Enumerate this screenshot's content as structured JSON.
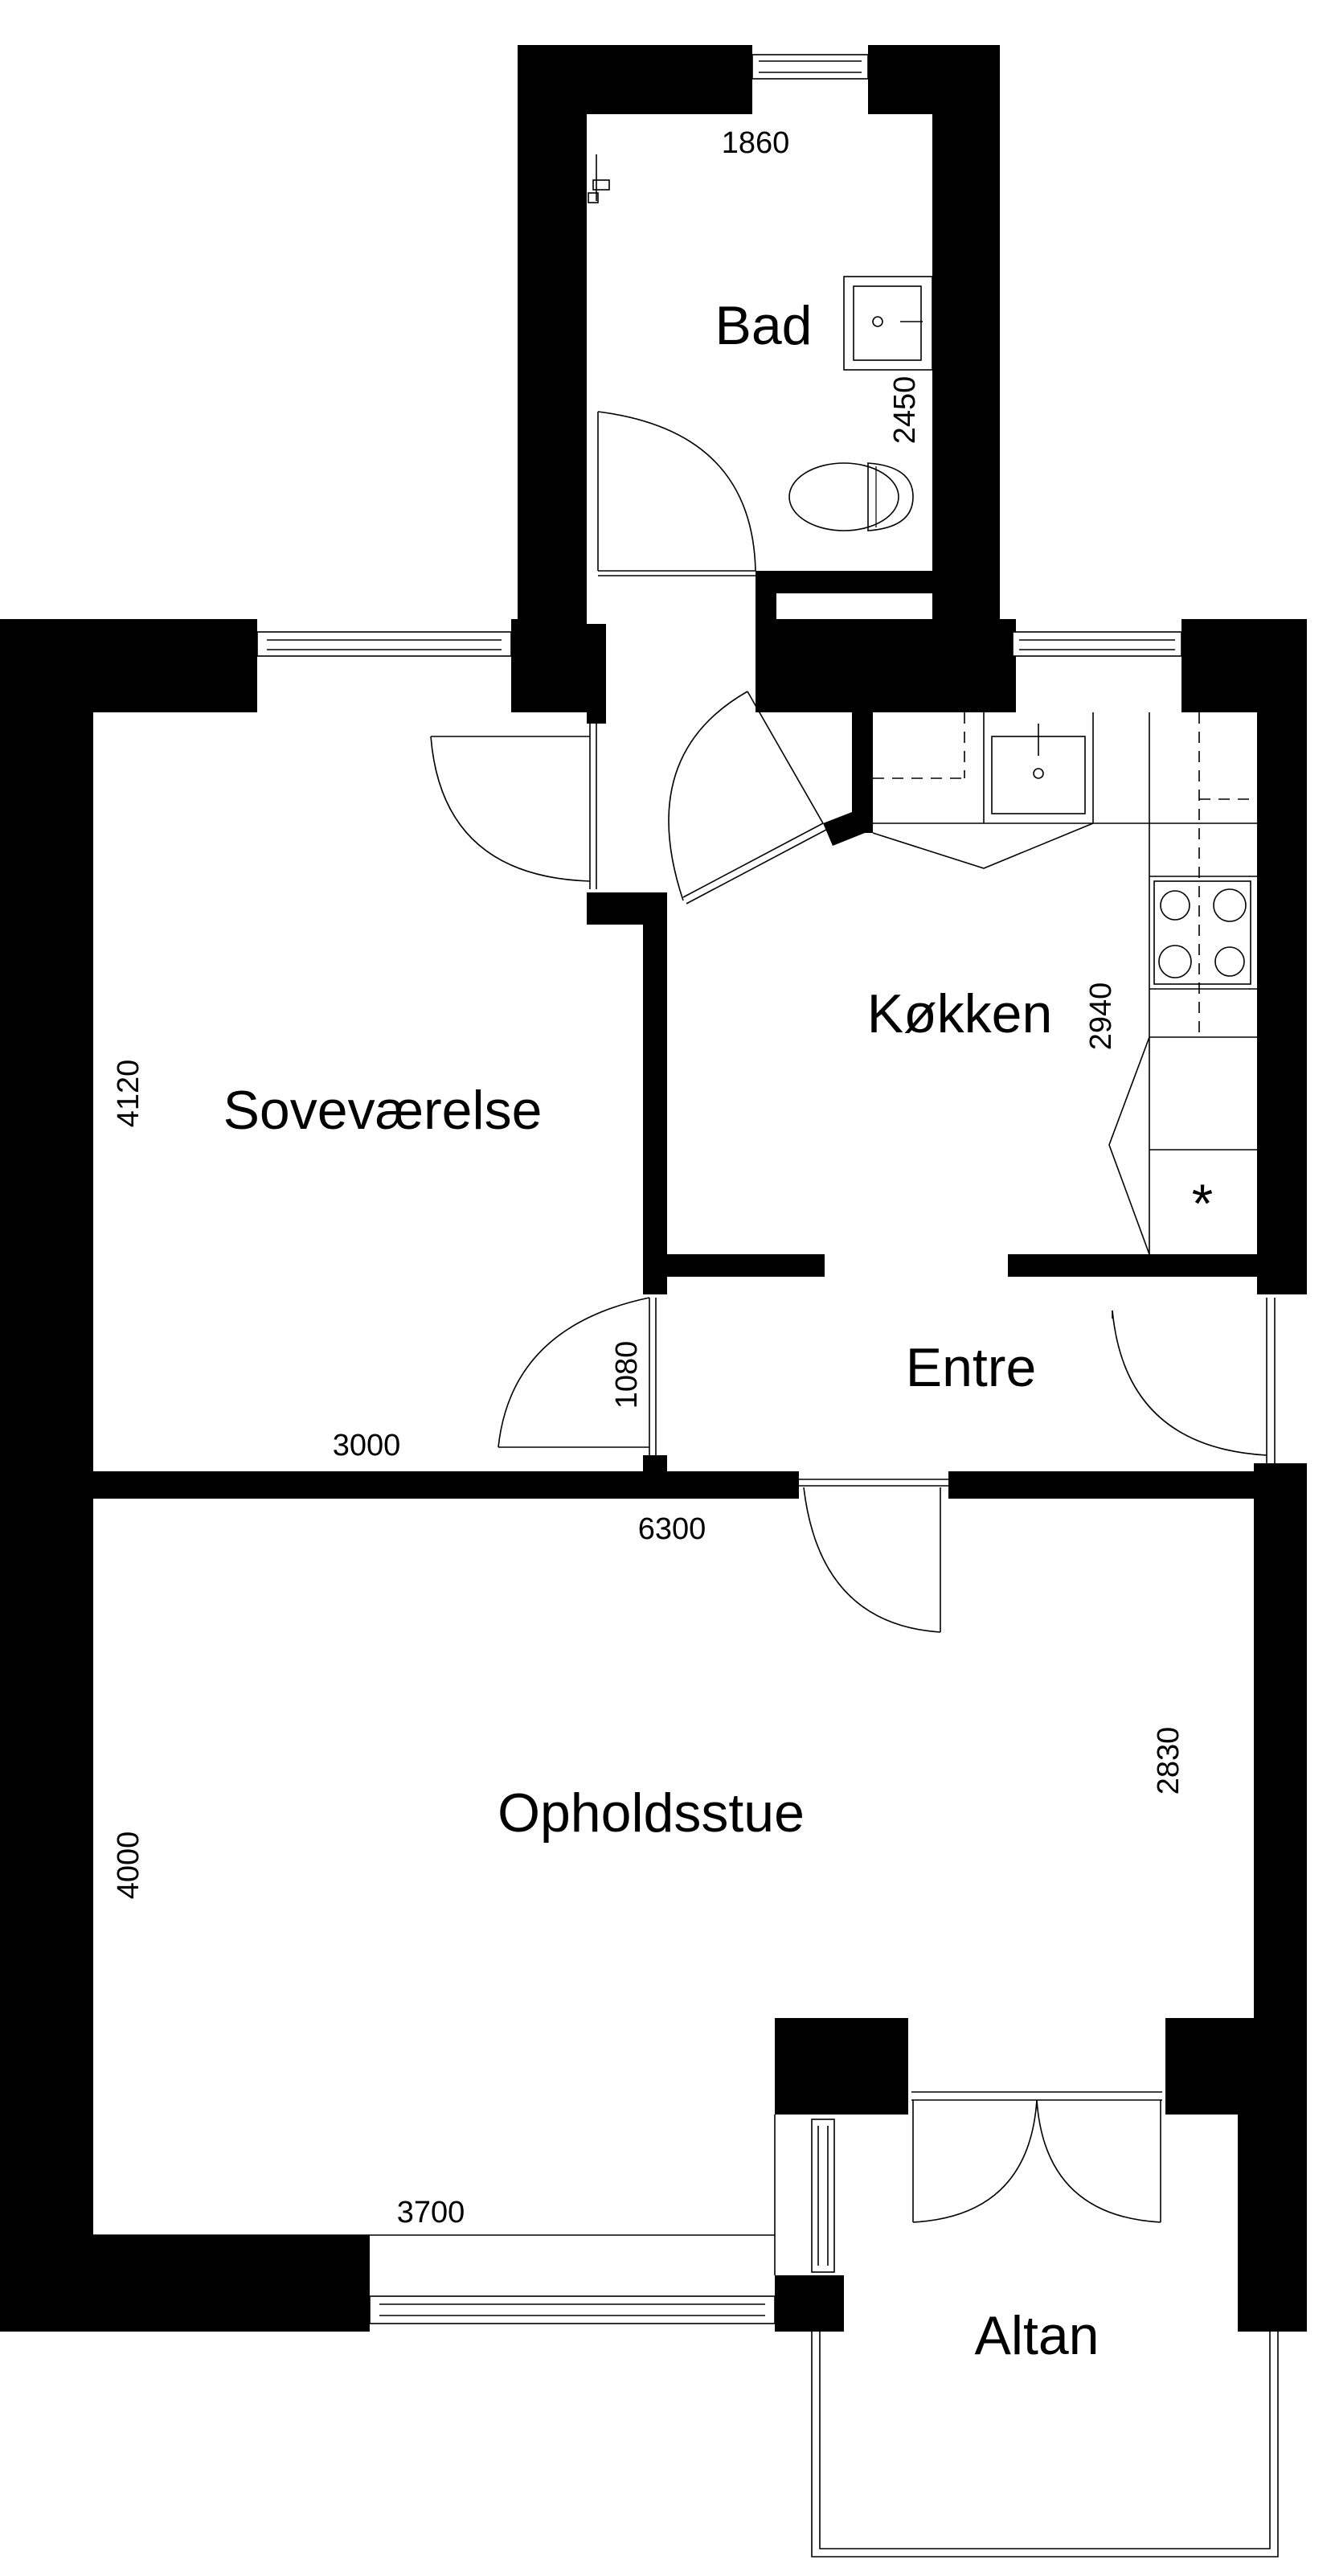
{
  "rooms": {
    "bad": "Bad",
    "koekken": "Køkken",
    "sovevaerelse": "Soveværelse",
    "entre": "Entre",
    "opholdsstue": "Opholdsstue",
    "altan": "Altan"
  },
  "dimensions": {
    "bad_width": "1860",
    "bad_length": "2450",
    "koekken_length": "2940",
    "sove_length": "4120",
    "sove_door": "1080",
    "sove_width": "3000",
    "total_width": "6300",
    "stue_right": "2830",
    "stue_length": "4000",
    "stue_width": "3700"
  },
  "symbols": {
    "fridge_mark": "*"
  }
}
